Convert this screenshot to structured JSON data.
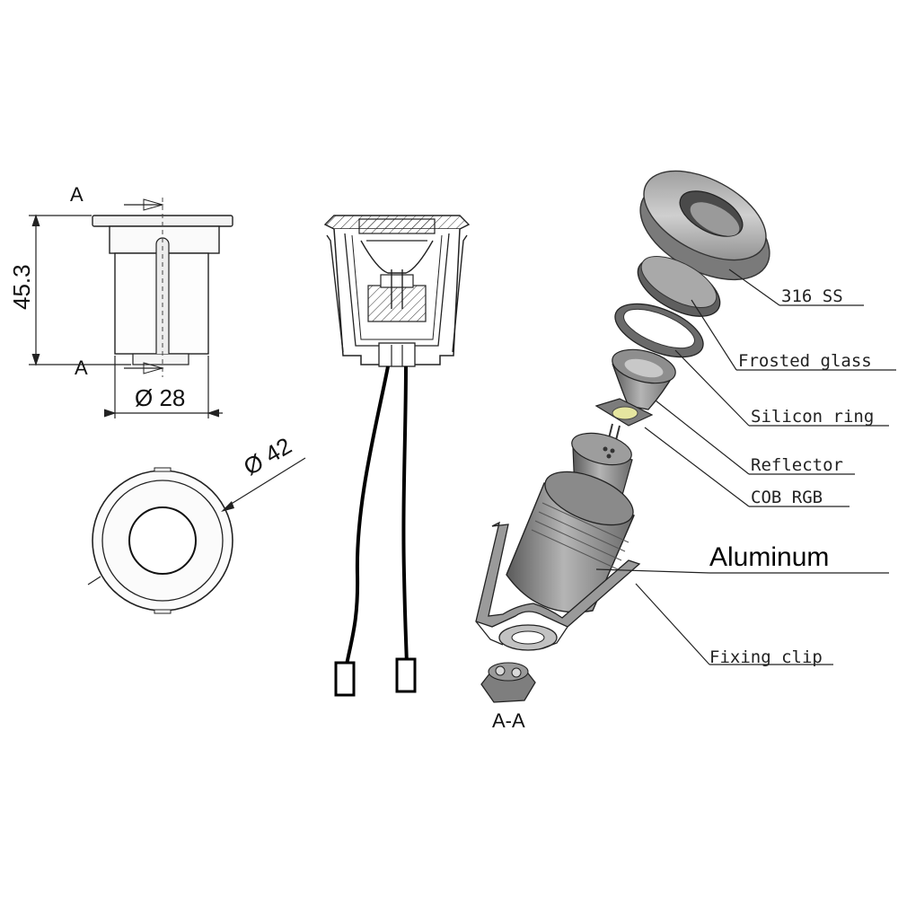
{
  "side_view": {
    "section_mark_top": "A",
    "section_mark_bottom": "A",
    "height_dim": "45.3",
    "diameter_dim": "Ø 28"
  },
  "top_view": {
    "diameter_dim": "Ø 42"
  },
  "section_view": {
    "label": "A-A"
  },
  "exploded_view": {
    "parts": [
      {
        "label": "316 SS"
      },
      {
        "label": "Frosted glass"
      },
      {
        "label": "Silicon ring"
      },
      {
        "label": "Reflector"
      },
      {
        "label": "COB RGB"
      },
      {
        "label": "Aluminum"
      },
      {
        "label": "Fixing clip"
      }
    ]
  }
}
